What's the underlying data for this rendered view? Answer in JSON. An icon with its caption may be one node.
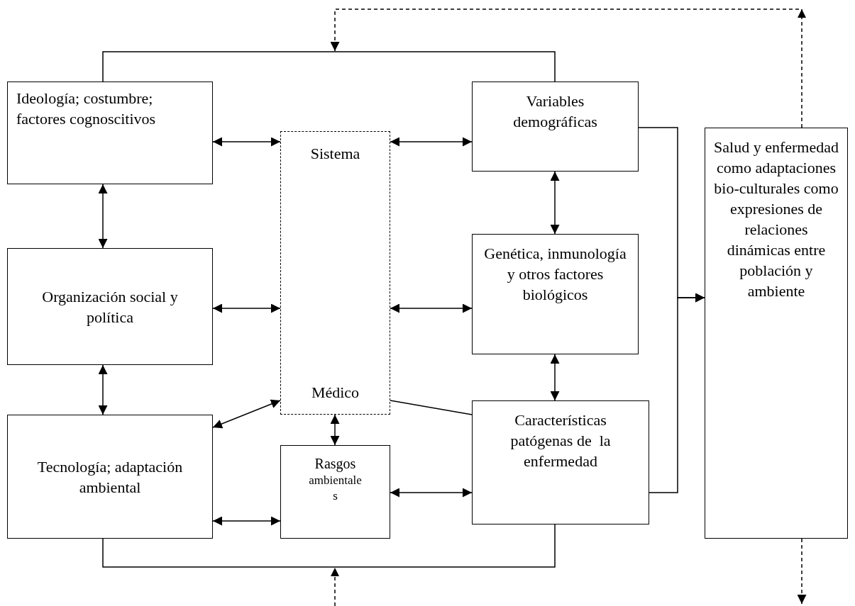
{
  "diagram": {
    "nodes": [
      {
        "text": [
          "Ideología; costumbre; factores cognoscitivos"
        ]
      },
      {
        "text": [
          "Sistema",
          "Médico"
        ]
      },
      {
        "text": [
          "Variables demográficas"
        ]
      },
      {
        "text": [
          "Organización social y política"
        ]
      },
      {
        "text": [
          "Genética, inmunología y otros factores biológicos"
        ]
      },
      {
        "text": [
          "Tecnología; adaptación ambiental"
        ]
      },
      {
        "text": [
          "Rasgos",
          "ambientale s"
        ]
      },
      {
        "text": [
          "Características patógenas de  la enfermedad"
        ]
      },
      {
        "text": [
          "Salud y enfermedad como adaptaciones bio-culturales como expresiones de relaciones dinámicas entre población y ambiente"
        ]
      }
    ],
    "edges": [
      {
        "from": 0,
        "to": 1,
        "arrow": "both"
      },
      {
        "from": 1,
        "to": 2,
        "arrow": "both"
      },
      {
        "from": 0,
        "to": 3,
        "arrow": "both"
      },
      {
        "from": 2,
        "to": 4,
        "arrow": "both"
      },
      {
        "from": 3,
        "to": 1,
        "arrow": "both"
      },
      {
        "from": 1,
        "to": 4,
        "arrow": "both"
      },
      {
        "from": 3,
        "to": 5,
        "arrow": "both"
      },
      {
        "from": 4,
        "to": 7,
        "arrow": "both"
      },
      {
        "from": 5,
        "to": 1,
        "arrow": "both"
      },
      {
        "from": 1,
        "to": 7,
        "arrow": "none"
      },
      {
        "from": 6,
        "to": 1,
        "arrow": "both"
      },
      {
        "from": 5,
        "to": 6,
        "arrow": "both"
      },
      {
        "from": 6,
        "to": 7,
        "arrow": "both"
      },
      {
        "from": 0,
        "to": 2,
        "arrow": "none"
      },
      {
        "from": 5,
        "to": 7,
        "arrow": "none"
      },
      {
        "from": 2,
        "to": 8,
        "arrow": "to"
      },
      {
        "from": 7,
        "to": 8,
        "arrow": "to"
      },
      {
        "from": 8,
        "to": null,
        "arrow": "to",
        "style": "dashed"
      },
      {
        "from": 8,
        "to": null,
        "arrow": "to",
        "style": "dashed"
      }
    ]
  }
}
